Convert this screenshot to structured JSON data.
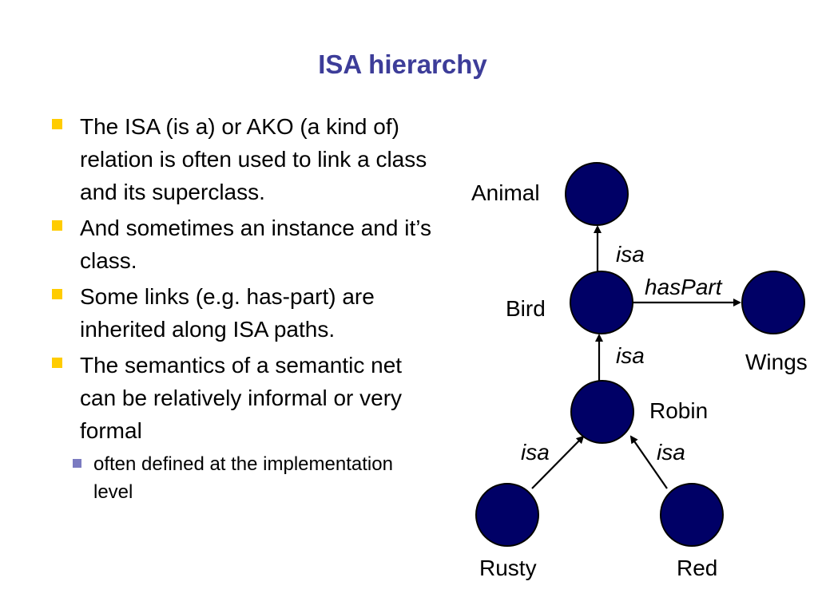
{
  "slide": {
    "title": "ISA hierarchy"
  },
  "bullets": [
    {
      "text": "The ISA (is a) or AKO (a kind of) relation is often used to link a class and its superclass."
    },
    {
      "text": "And sometimes an instance and it’s class."
    },
    {
      "text": "Some links (e.g. has-part) are inherited along ISA paths."
    },
    {
      "text": "The semantics of a semantic net can be relatively informal or very formal",
      "sub": [
        {
          "text": "often defined at the implementation level"
        }
      ]
    }
  ],
  "diagram": {
    "node_color": "#000066",
    "bullet_color": "#ffcc00",
    "sub_bullet_color": "#7b7bc1",
    "title_color": "#3d3d99",
    "nodes": [
      {
        "id": "animal",
        "label": "Animal"
      },
      {
        "id": "bird",
        "label": "Bird"
      },
      {
        "id": "wings",
        "label": "Wings"
      },
      {
        "id": "robin",
        "label": "Robin"
      },
      {
        "id": "rusty",
        "label": "Rusty"
      },
      {
        "id": "red",
        "label": "Red"
      }
    ],
    "edges": [
      {
        "from": "bird",
        "to": "animal",
        "label": "isa"
      },
      {
        "from": "bird",
        "to": "wings",
        "label": "hasPart"
      },
      {
        "from": "robin",
        "to": "bird",
        "label": "isa"
      },
      {
        "from": "rusty",
        "to": "robin",
        "label": "isa"
      },
      {
        "from": "red",
        "to": "robin",
        "label": "isa"
      }
    ]
  }
}
